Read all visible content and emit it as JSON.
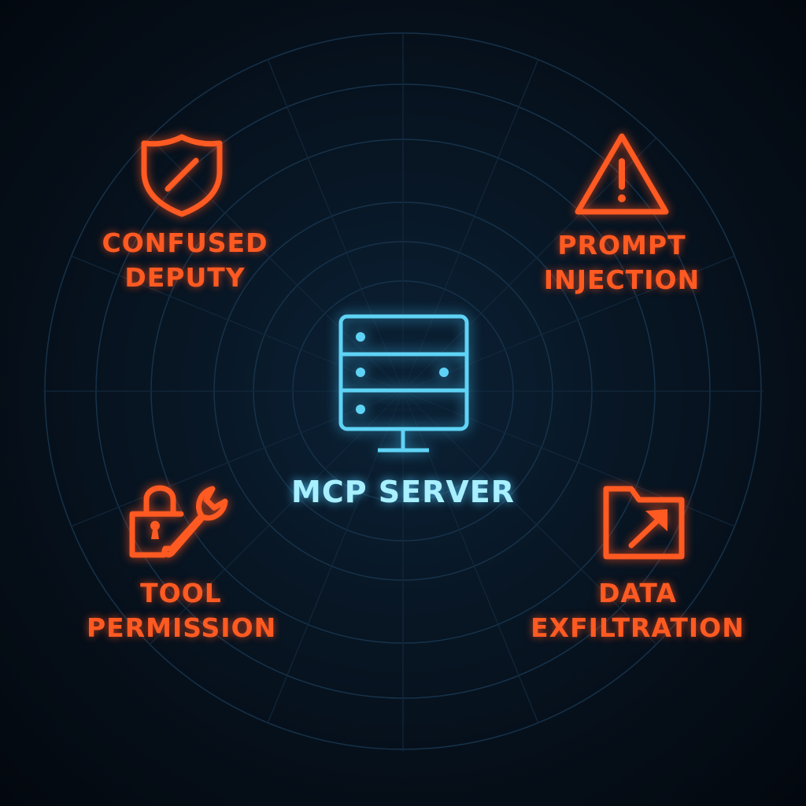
{
  "center": {
    "label": "MCP SERVER",
    "icon": "server-icon"
  },
  "threats": [
    {
      "line1": "CONFUSED",
      "line2": "DEPUTY",
      "icon": "shield-slash-icon"
    },
    {
      "line1": "PROMPT",
      "line2": "INJECTION",
      "icon": "warning-triangle-icon"
    },
    {
      "line1": "TOOL",
      "line2": "PERMISSION",
      "icon": "lock-wrench-icon"
    },
    {
      "line1": "DATA",
      "line2": "EXFILTRATION",
      "icon": "folder-arrow-icon"
    }
  ],
  "colors": {
    "threat": "#ff5a22",
    "center": "#5fd3f5",
    "background": "#07111c"
  }
}
